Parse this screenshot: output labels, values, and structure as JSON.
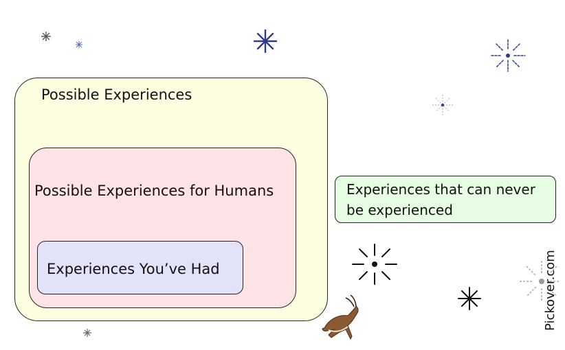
{
  "diagram": {
    "outer_label": "Possible Experiences",
    "middle_label": "Possible Experiences for Humans",
    "inner_label": "Experiences You’ve Had",
    "outside_label": "Experiences that can never be experienced"
  },
  "watermark": "Pickover.com",
  "colors": {
    "outer_fill": "#fdfde0",
    "middle_fill": "#fde2e6",
    "inner_fill": "#e2e2f8",
    "outside_fill": "#e6fde4",
    "star_navy": "#2e3a8c",
    "star_gray": "#777777"
  },
  "icons": [
    "snowflake-icon",
    "gazelle-illustration"
  ]
}
